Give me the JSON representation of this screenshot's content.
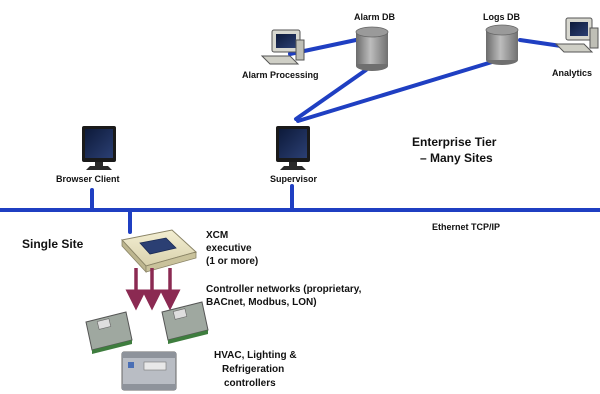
{
  "labels": {
    "alarm_db": "Alarm DB",
    "logs_db": "Logs DB",
    "alarm_processing": "Alarm Processing",
    "analytics": "Analytics",
    "enterprise_tier_line1": "Enterprise Tier",
    "enterprise_tier_line2": "– Many Sites",
    "browser_client": "Browser Client",
    "supervisor": "Supervisor",
    "ethernet": "Ethernet TCP/IP",
    "single_site": "Single Site",
    "xcm_line1": "XCM",
    "xcm_line2": "executive",
    "xcm_line3": "(1 or more)",
    "controller_networks_line1": "Controller networks (proprietary,",
    "controller_networks_line2": "BACnet, Modbus,  LON)",
    "hvac_line1": "HVAC, Lighting &",
    "hvac_line2": "Refrigeration",
    "hvac_line3": "controllers"
  },
  "colors": {
    "network_line": "#1f3fc2",
    "arrow": "#8b2a52",
    "text": "#111111"
  }
}
